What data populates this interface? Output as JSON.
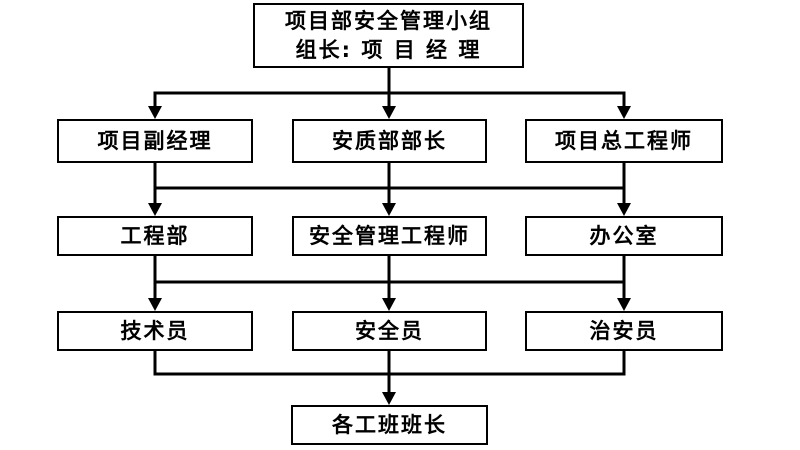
{
  "diagram": {
    "top": {
      "line1": "项目部安全管理小组",
      "line2": "组长: 项 目 经 理"
    },
    "row2": [
      "项目副经理",
      "安质部部长",
      "项目总工程师"
    ],
    "row3": [
      "工程部",
      "安全管理工程师",
      "办公室"
    ],
    "row4": [
      "技术员",
      "安全员",
      "治安员"
    ],
    "bottom": "各工班班长",
    "colors": {
      "line": "#000000",
      "box_border": "#000000",
      "text": "#000000",
      "background": "#ffffff"
    }
  }
}
